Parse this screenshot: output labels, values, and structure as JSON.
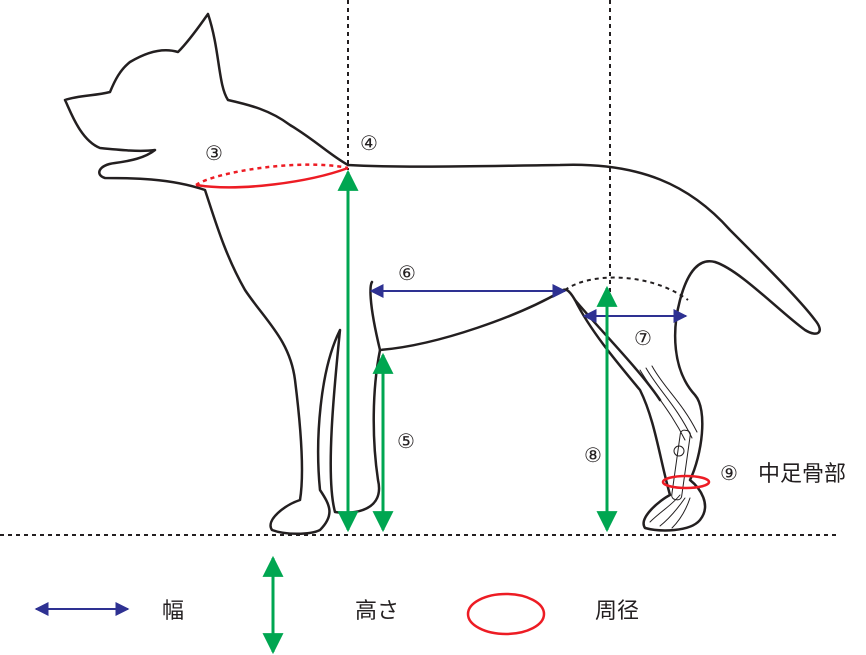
{
  "markers": {
    "m3": "③",
    "m4": "④",
    "m5": "⑤",
    "m6": "⑥",
    "m7": "⑦",
    "m8": "⑧",
    "m9": "⑨",
    "m9_label": "中足骨部"
  },
  "legend": {
    "width": "幅",
    "height": "高さ",
    "circumference": "周径"
  },
  "colors": {
    "outline": "#231f20",
    "width_arrow": "#2e3192",
    "height_arrow": "#00a651",
    "circumference": "#ed1c24"
  }
}
